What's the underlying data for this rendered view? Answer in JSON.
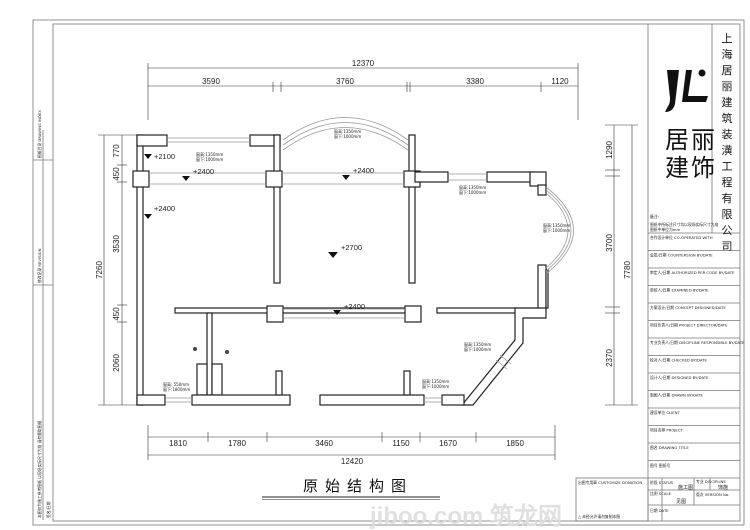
{
  "drawing": {
    "title": "原始结构图",
    "company": [
      "上",
      "海",
      "居",
      "丽",
      "建",
      "筑",
      "装",
      "潢",
      "工",
      "程",
      "有",
      "限",
      "公",
      "司"
    ],
    "logo_mark": "JL",
    "logo_text": [
      "居",
      "丽",
      "建",
      "饰"
    ]
  },
  "dimensions": {
    "top_total": "12370",
    "top_segments": [
      "3590",
      "3760",
      "3380",
      "1120"
    ],
    "bottom_total": "12420",
    "bottom_segments": [
      "1810",
      "1780",
      "3460",
      "1150",
      "1670",
      "1850"
    ],
    "left_total": "7260",
    "left_segments": [
      "770",
      "450",
      "3530",
      "450",
      "2060"
    ],
    "right_total": "7780",
    "right_segments": [
      "1290",
      "3700",
      "2370"
    ]
  },
  "levels": [
    "+2100",
    "+2400",
    "+2400",
    "+2400",
    "+2700",
    "+2400"
  ],
  "window_notes": [
    {
      "h": "窗高:1350mm",
      "s": "窗下:1000mm"
    },
    {
      "h": "窗高:1350mm",
      "s": "窗下:1000mm"
    },
    {
      "h": "窗高:1350mm",
      "s": "窗下:1000mm"
    },
    {
      "h": "窗高:1350mm",
      "s": "窗下:1000mm"
    },
    {
      "h": "窗高:1350mm",
      "s": "窗下:1000mm"
    },
    {
      "h": "窗高:1350mm",
      "s": "窗下:1000mm"
    },
    {
      "h": "窗高: 550mm",
      "s": "窗下:1800mm"
    }
  ],
  "title_block": {
    "project_note": [
      "备注:",
      "图纸中所标注尺寸均以现场实际尺寸为准",
      "图纸中单位为mm"
    ],
    "rows": [
      "合作设计单位 CO-OPERATED WITH",
      "会签/日期 COUNTERSIGN BY/DATE",
      "审定人/日期 AUTHORIZED PER CODE BY/DATE",
      "审核人/日期 EXAMINED BY/DATE",
      "方案设计/日期 CONCEPT DESIGNED/DATE",
      "项目负责人/日期 PROJECT DIRECTOR/DATE",
      "专业负责人/日期 DISCIPLINE RESPONSIBLE BY/DATE",
      "校对人/日期 CHECKED BY/DATE",
      "设计人/日期 DESIGNED BY/DATE",
      "制图人/日期 DRAWN BY/DATE",
      "建设单位 CLIENT",
      "项目名称 PROJECT",
      "图名 DRAWING TITLE"
    ],
    "drawing_no": "图号 图纸号",
    "stage_label": "阶段 STATUS",
    "stage_value": "施工图",
    "discipline_label": "专业 DISCIPLINE",
    "discipline_value": "饰施",
    "scale_label": "比例 SCALE",
    "scale_value": "见图",
    "version_label": "版次 VERSION No.",
    "date_label": "日期 DATE",
    "stamp_label": "出图专用章 CUSTOMIZE DONATION",
    "warning": "△ 未经允许请勿复制本图"
  },
  "side_strip": [
    "图纸目录 DRAWING INDEX",
    "修改记录 REVISION",
    "本图仅为施工参考图纸 以现场实际尺寸为准 请勿量取图纸",
    "签名/日期"
  ],
  "watermark": "jiboo.com 筑龙网"
}
